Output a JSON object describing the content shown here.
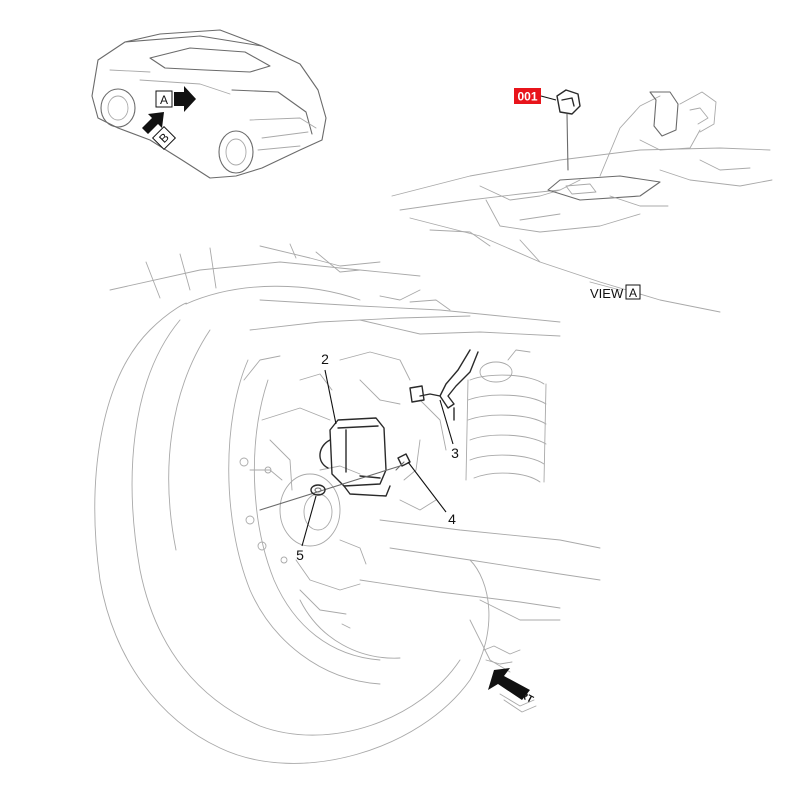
{
  "diagram": {
    "highlight_tag": "001",
    "highlight_color": "#e8141b",
    "view_label_word": "VIEW",
    "view_label_box": "A",
    "car_marker_a": "A",
    "car_marker_b": "B",
    "callouts": [
      "2",
      "3",
      "4",
      "5"
    ],
    "front_arrow_label": "FRT"
  }
}
